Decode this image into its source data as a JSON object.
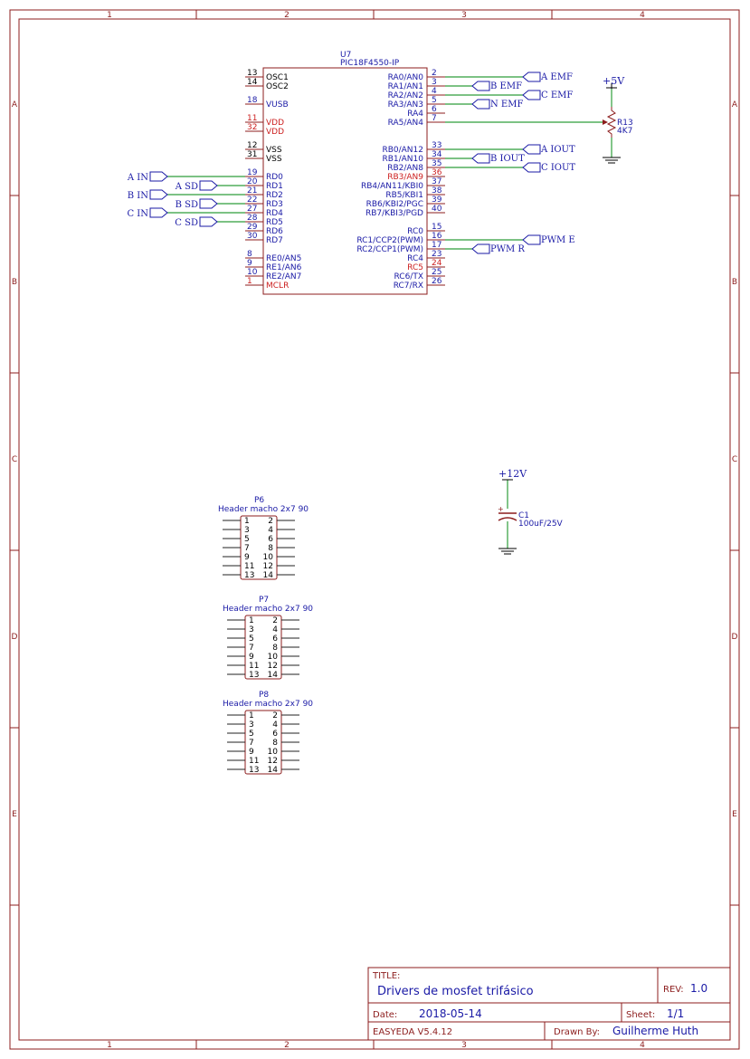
{
  "zones": {
    "columns": [
      "1",
      "2",
      "3",
      "4"
    ],
    "rows": [
      "A",
      "B",
      "C",
      "D",
      "E"
    ]
  },
  "mcu": {
    "ref": "U7",
    "value": "PIC18F4550-IP",
    "left_pins": [
      {
        "num": "13",
        "name": "OSC1",
        "kind": "black"
      },
      {
        "num": "14",
        "name": "OSC2",
        "kind": "black"
      },
      {
        "num": "18",
        "name": "VUSB",
        "kind": "blue"
      },
      {
        "num": "11",
        "name": "VDD",
        "kind": "red"
      },
      {
        "num": "32",
        "name": "VDD",
        "kind": "red"
      },
      {
        "num": "12",
        "name": "VSS",
        "kind": "black"
      },
      {
        "num": "31",
        "name": "VSS",
        "kind": "black"
      },
      {
        "num": "19",
        "name": "RD0",
        "kind": "blue"
      },
      {
        "num": "20",
        "name": "RD1",
        "kind": "blue"
      },
      {
        "num": "21",
        "name": "RD2",
        "kind": "blue"
      },
      {
        "num": "22",
        "name": "RD3",
        "kind": "blue"
      },
      {
        "num": "27",
        "name": "RD4",
        "kind": "blue"
      },
      {
        "num": "28",
        "name": "RD5",
        "kind": "blue"
      },
      {
        "num": "29",
        "name": "RD6",
        "kind": "blue"
      },
      {
        "num": "30",
        "name": "RD7",
        "kind": "blue"
      },
      {
        "num": "8",
        "name": "RE0/AN5",
        "kind": "blue"
      },
      {
        "num": "9",
        "name": "RE1/AN6",
        "kind": "blue"
      },
      {
        "num": "10",
        "name": "RE2/AN7",
        "kind": "blue"
      },
      {
        "num": "1",
        "name": "MCLR",
        "kind": "red"
      }
    ],
    "right_pins": [
      {
        "num": "2",
        "name": "RA0/AN0",
        "kind": "blue"
      },
      {
        "num": "3",
        "name": "RA1/AN1",
        "kind": "blue"
      },
      {
        "num": "4",
        "name": "RA2/AN2",
        "kind": "blue"
      },
      {
        "num": "5",
        "name": "RA3/AN3",
        "kind": "blue"
      },
      {
        "num": "6",
        "name": "RA4",
        "kind": "blue"
      },
      {
        "num": "7",
        "name": "RA5/AN4",
        "kind": "blue"
      },
      {
        "num": "33",
        "name": "RB0/AN12",
        "kind": "blue"
      },
      {
        "num": "34",
        "name": "RB1/AN10",
        "kind": "blue"
      },
      {
        "num": "35",
        "name": "RB2/AN8",
        "kind": "blue"
      },
      {
        "num": "36",
        "name": "RB3/AN9",
        "kind": "red"
      },
      {
        "num": "37",
        "name": "RB4/AN11/KBI0",
        "kind": "blue"
      },
      {
        "num": "38",
        "name": "RB5/KBI1",
        "kind": "blue"
      },
      {
        "num": "39",
        "name": "RB6/KBI2/PGC",
        "kind": "blue"
      },
      {
        "num": "40",
        "name": "RB7/KBI3/PGD",
        "kind": "blue"
      },
      {
        "num": "15",
        "name": "RC0",
        "kind": "blue"
      },
      {
        "num": "16",
        "name": "RC1/CCP2(PWM)",
        "kind": "blue"
      },
      {
        "num": "17",
        "name": "RC2/CCP1(PWM)",
        "kind": "blue"
      },
      {
        "num": "23",
        "name": "RC4",
        "kind": "blue"
      },
      {
        "num": "24",
        "name": "RC5",
        "kind": "red"
      },
      {
        "num": "25",
        "name": "RC6/TX",
        "kind": "blue"
      },
      {
        "num": "26",
        "name": "RC7/RX",
        "kind": "blue"
      }
    ]
  },
  "net_flags": {
    "a_in": "A IN",
    "a_sd": "A SD",
    "b_in": "B IN",
    "b_sd": "B SD",
    "c_in": "C IN",
    "c_sd": "C SD",
    "a_emf": "A EMF",
    "b_emf": "B EMF",
    "c_emf": "C EMF",
    "n_emf": "N EMF",
    "a_iout": "A IOUT",
    "b_iout": "B IOUT",
    "c_iout": "C IOUT",
    "pwm_e": "PWM E",
    "pwm_r": "PWM R"
  },
  "resistor": {
    "ref": "R13",
    "value": "4K7"
  },
  "power": {
    "plus5": "+5V",
    "plus12": "+12V"
  },
  "capacitor": {
    "ref": "C1",
    "value": "100uF/25V"
  },
  "headers": [
    {
      "ref": "P6",
      "value": "Header macho 2x7 90",
      "pins": [
        [
          "1",
          "2"
        ],
        [
          "3",
          "4"
        ],
        [
          "5",
          "6"
        ],
        [
          "7",
          "8"
        ],
        [
          "9",
          "10"
        ],
        [
          "11",
          "12"
        ],
        [
          "13",
          "14"
        ]
      ]
    },
    {
      "ref": "P7",
      "value": "Header macho 2x7 90",
      "pins": [
        [
          "1",
          "2"
        ],
        [
          "3",
          "4"
        ],
        [
          "5",
          "6"
        ],
        [
          "7",
          "8"
        ],
        [
          "9",
          "10"
        ],
        [
          "11",
          "12"
        ],
        [
          "13",
          "14"
        ]
      ]
    },
    {
      "ref": "P8",
      "value": "Header macho 2x7 90",
      "pins": [
        [
          "1",
          "2"
        ],
        [
          "3",
          "4"
        ],
        [
          "5",
          "6"
        ],
        [
          "7",
          "8"
        ],
        [
          "9",
          "10"
        ],
        [
          "11",
          "12"
        ],
        [
          "13",
          "14"
        ]
      ]
    }
  ],
  "title_block": {
    "title_label": "TITLE:",
    "title": "Drivers de mosfet trifásico",
    "rev_label": "REV:",
    "rev": "1.0",
    "date_label": "Date:",
    "date": "2018-05-14",
    "sheet_label": "Sheet:",
    "sheet": "1/1",
    "tool": "EASYEDA V5.4.12",
    "drawn_label": "Drawn By:",
    "drawn_by": "Guilherme Huth"
  }
}
